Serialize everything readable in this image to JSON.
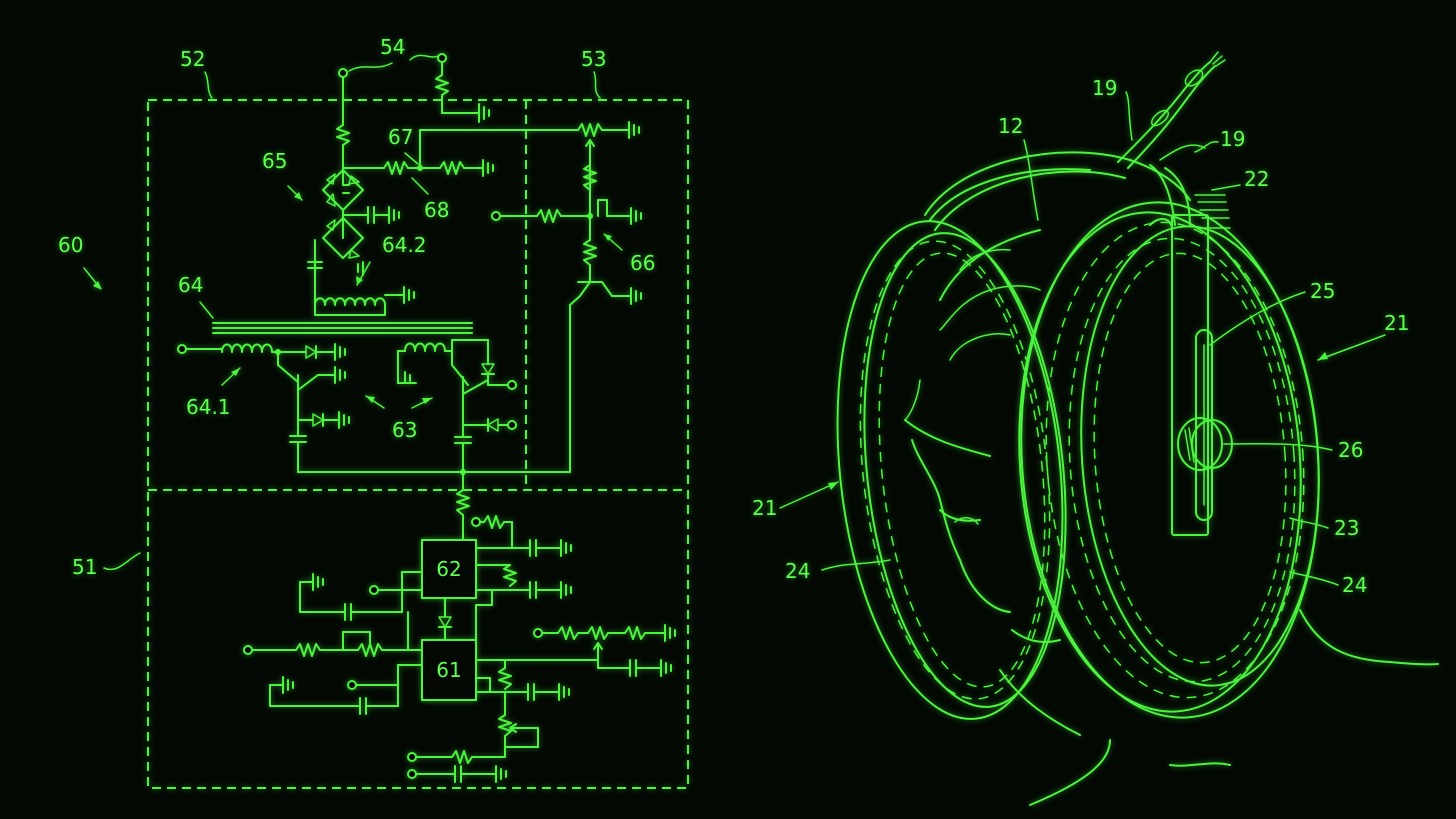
{
  "colors": {
    "background": "#030803",
    "line": "#4cf33f",
    "label": "#5fff52"
  },
  "circuit": {
    "labels": {
      "l60": "60",
      "l52": "52",
      "l54": "54",
      "l53": "53",
      "l67": "67",
      "l65": "65",
      "l68": "68",
      "l66": "66",
      "l64_2": "64.2",
      "l64": "64",
      "l64_1": "64.1",
      "l63": "63",
      "l51": "51"
    },
    "blocks": {
      "b62": "62",
      "b61": "61"
    }
  },
  "headset": {
    "labels": {
      "h19a": "19",
      "h12": "12",
      "h19b": "19",
      "h22": "22",
      "h25": "25",
      "h21r": "21",
      "h26": "26",
      "h21l": "21",
      "h23": "23",
      "h24l": "24",
      "h24r": "24"
    }
  }
}
